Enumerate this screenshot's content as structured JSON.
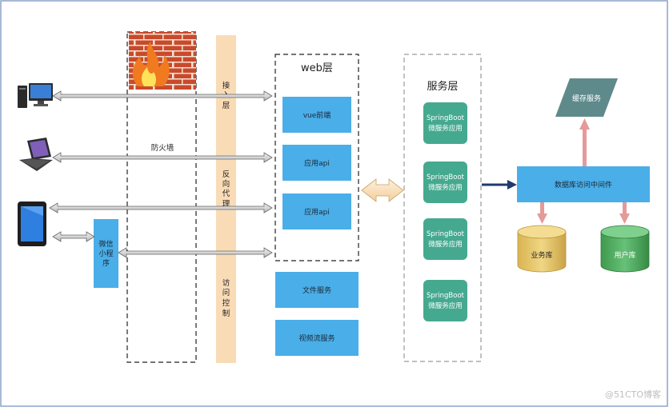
{
  "access_layer": {
    "chars_top": [
      "接",
      "入",
      "层"
    ],
    "chars_mid": [
      "反",
      "向",
      "代",
      "理"
    ],
    "chars_bottom": [
      "访",
      "问",
      "控",
      "制"
    ]
  },
  "firewall": {
    "label": "防火墙"
  },
  "mini_program": {
    "chars": [
      "微信",
      "小程",
      "序"
    ]
  },
  "web_layer": {
    "title": "web层",
    "boxes": [
      "vue前端",
      "应用api",
      "应用api"
    ]
  },
  "extra_services": [
    "文件服务",
    "视频流服务"
  ],
  "service_layer": {
    "title": "服务层",
    "apps": [
      {
        "line1": "SpringBoot",
        "line2": "微服务应用"
      },
      {
        "line1": "SpringBoot",
        "line2": "微服务应用"
      },
      {
        "line1": "SpringBoot",
        "line2": "微服务应用"
      },
      {
        "line1": "SpringBoot",
        "line2": "微服务应用"
      }
    ]
  },
  "db_middleware": {
    "label": "数据库访问中间件"
  },
  "cache_service": {
    "label": "缓存服务"
  },
  "databases": [
    "业务库",
    "用户库"
  ],
  "watermark": "@51CTO博客",
  "colors": {
    "blue_box": "#4aaee8",
    "green_box": "#45a990",
    "access_bar": "#f9dcb6",
    "cache": "#5f8a8c",
    "db_business": "#e8c872",
    "db_user": "#58b268",
    "pink_arrow": "#e59a9a",
    "navy_arrow": "#1f3a6e"
  }
}
